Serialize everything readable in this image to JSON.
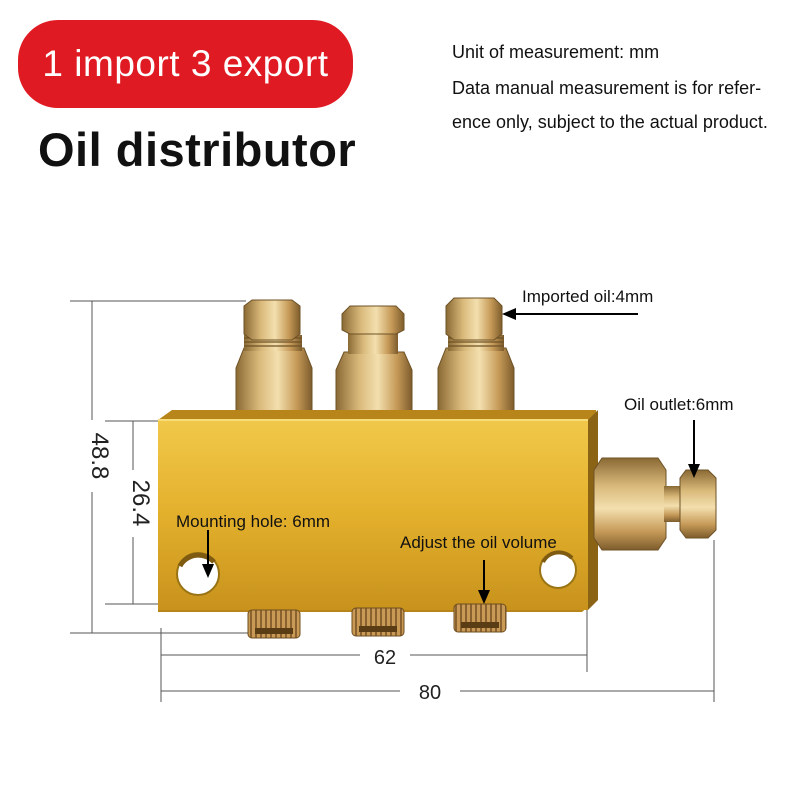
{
  "header": {
    "badge_text": "1 import 3 export",
    "title": "Oil distributor"
  },
  "notes": {
    "line1": "Unit of measurement: mm",
    "line2": "Data manual measurement is for refer-",
    "line3": "ence only, subject to the actual product."
  },
  "labels": {
    "imported_oil": "Imported oil:4mm",
    "oil_outlet": "Oil outlet:6mm",
    "mounting_hole": "Mounting hole: 6mm",
    "adjust_volume": "Adjust the oil volume"
  },
  "dimensions": {
    "height_total": "48.8",
    "height_block": "26.4",
    "width_holes": "62",
    "width_total": "80"
  },
  "colors": {
    "badge": "#e01a22",
    "brass_block": "#e0b12e",
    "brass_fitting": "#c49b52"
  }
}
